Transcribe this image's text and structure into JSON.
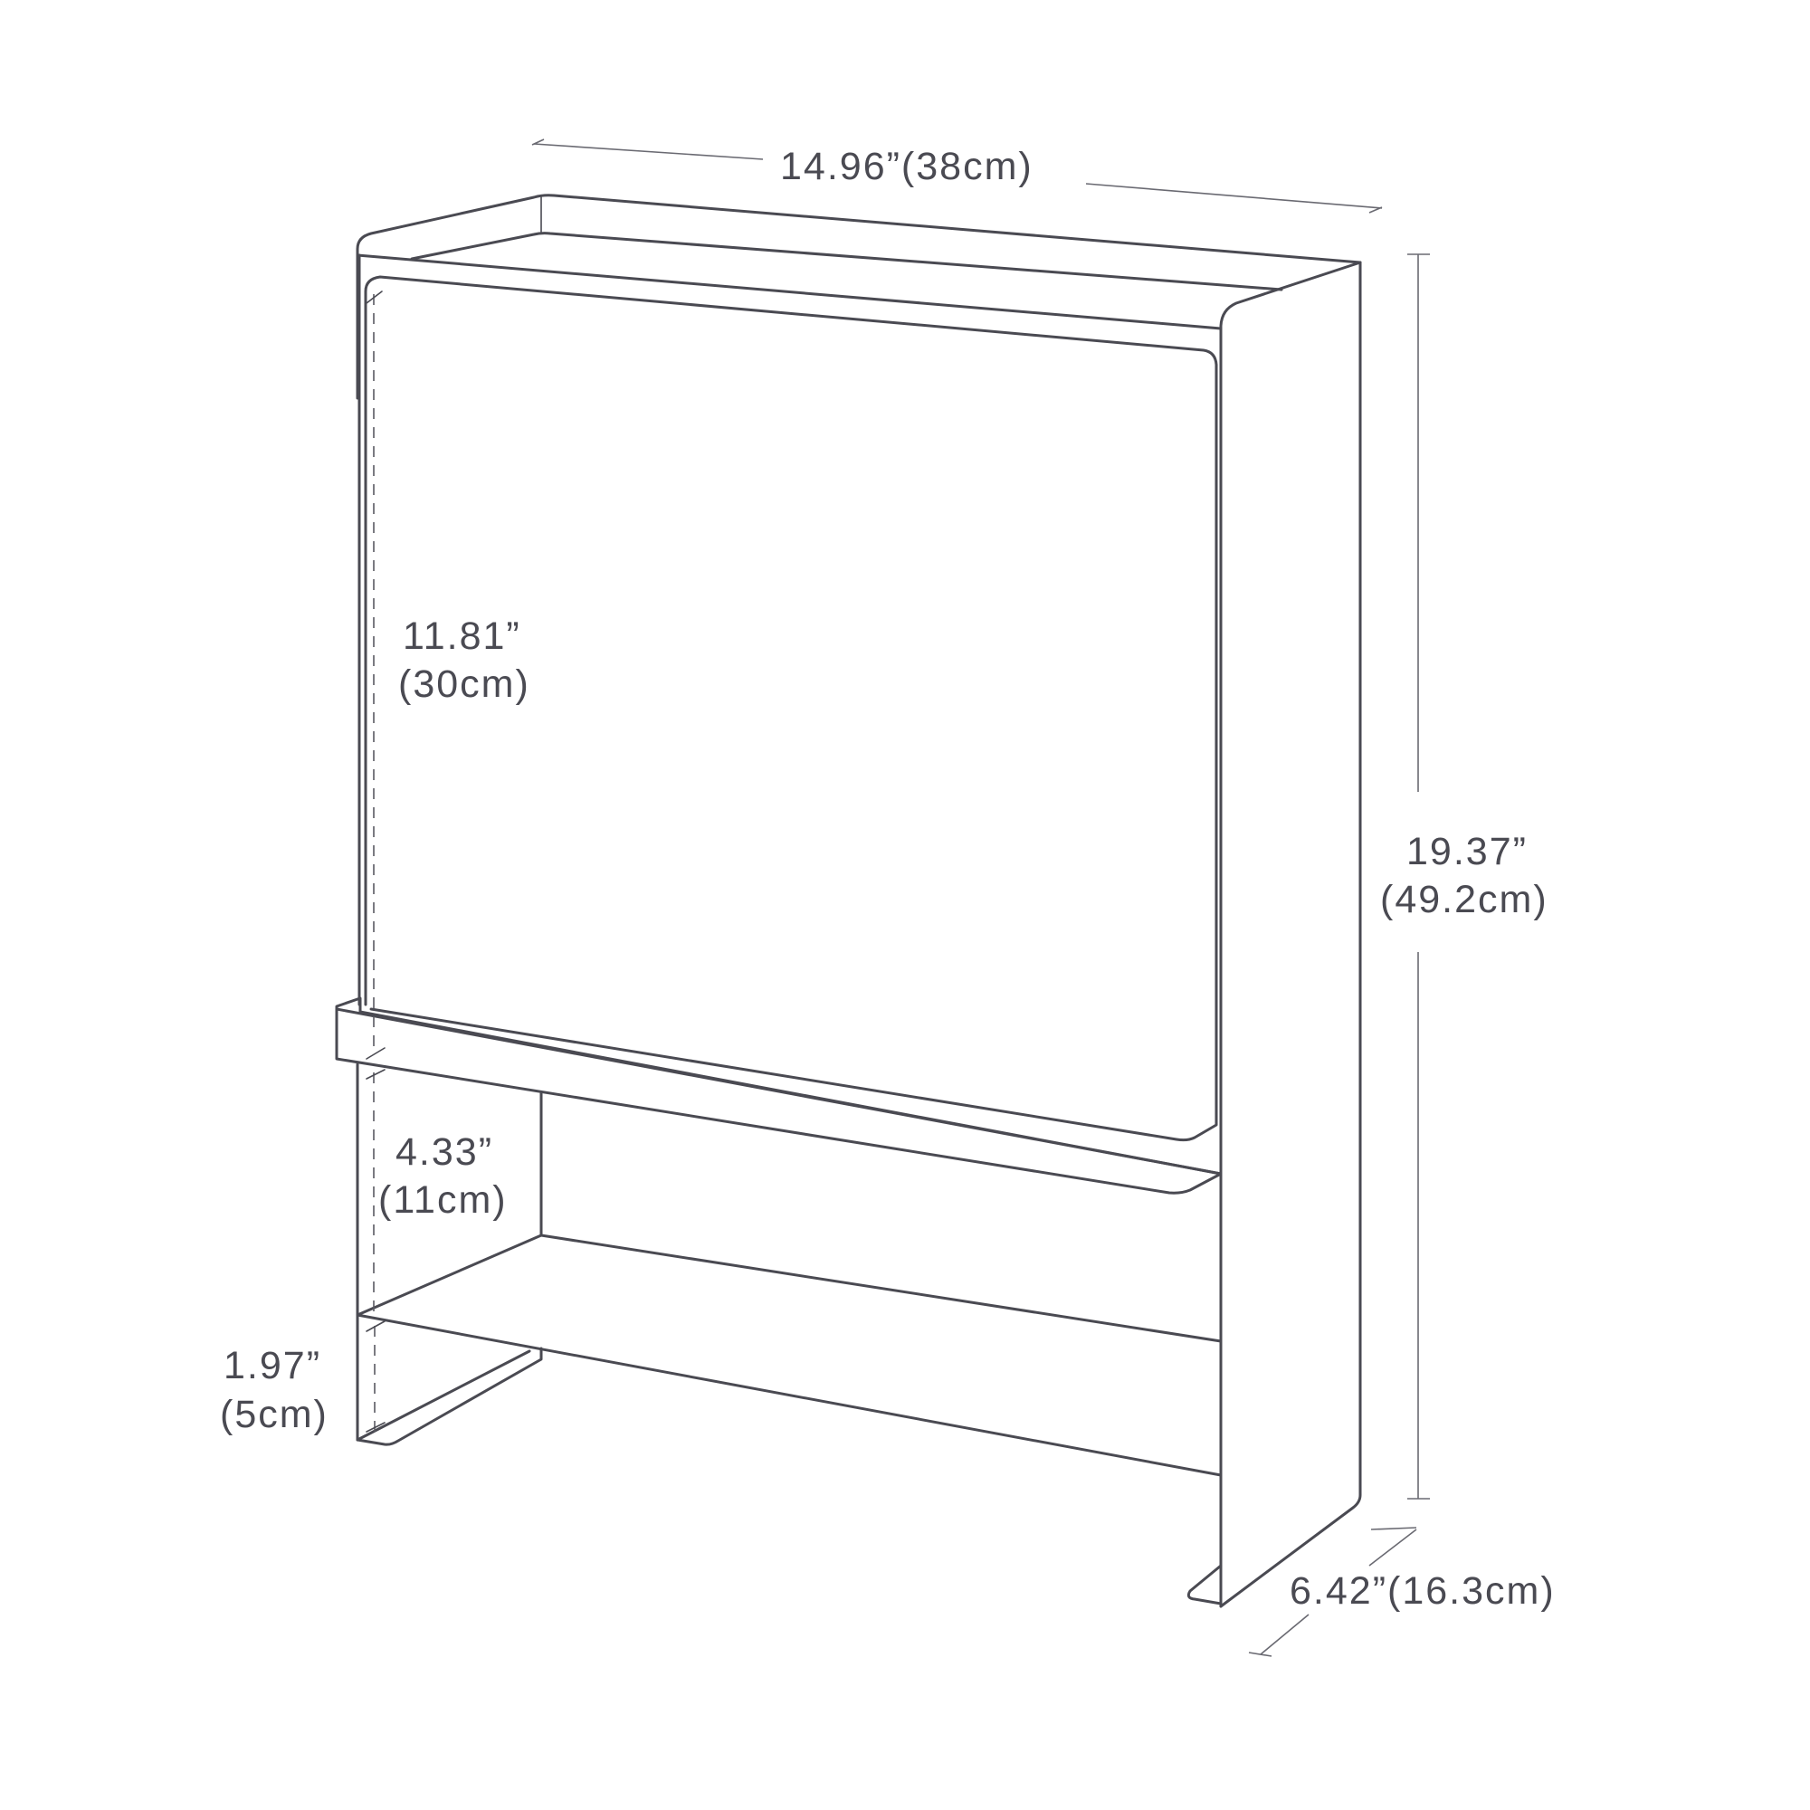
{
  "figure": {
    "type": "product dimension line drawing",
    "stroke_color": "#4a4a52",
    "background": "#ffffff"
  },
  "dimensions": {
    "width": {
      "inches": "14.96”",
      "cm": "(38cm)",
      "combined": "14.96”(38cm)"
    },
    "total_height": {
      "inches": "19.37”",
      "cm": "(49.2cm)"
    },
    "depth": {
      "inches": "6.42”",
      "cm": "(16.3cm)",
      "combined": "6.42”(16.3cm)"
    },
    "upper_panel_height": {
      "inches": "11.81”",
      "cm": "(30cm)"
    },
    "middle_gap_height": {
      "inches": "4.33”",
      "cm": "(11cm)"
    },
    "bottom_gap_height": {
      "inches": "1.97”",
      "cm": "(5cm)"
    }
  }
}
